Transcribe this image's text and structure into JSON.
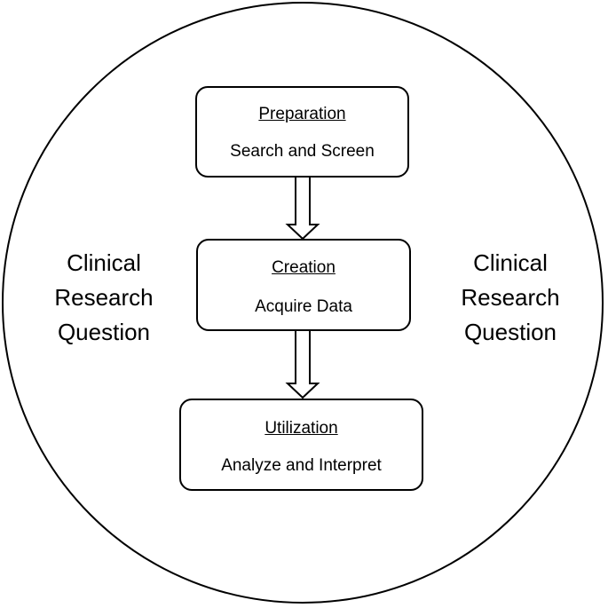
{
  "diagram": {
    "left_label": [
      "Clinical",
      "Research",
      "Question"
    ],
    "right_label": [
      "Clinical",
      "Research",
      "Question"
    ],
    "steps": [
      {
        "title": "Preparation",
        "description": "Search and Screen"
      },
      {
        "title": "Creation",
        "description": "Acquire Data"
      },
      {
        "title": "Utilization",
        "description": "Analyze and Interpret"
      }
    ],
    "colors": {
      "stroke": "#000000",
      "background": "#ffffff"
    }
  }
}
